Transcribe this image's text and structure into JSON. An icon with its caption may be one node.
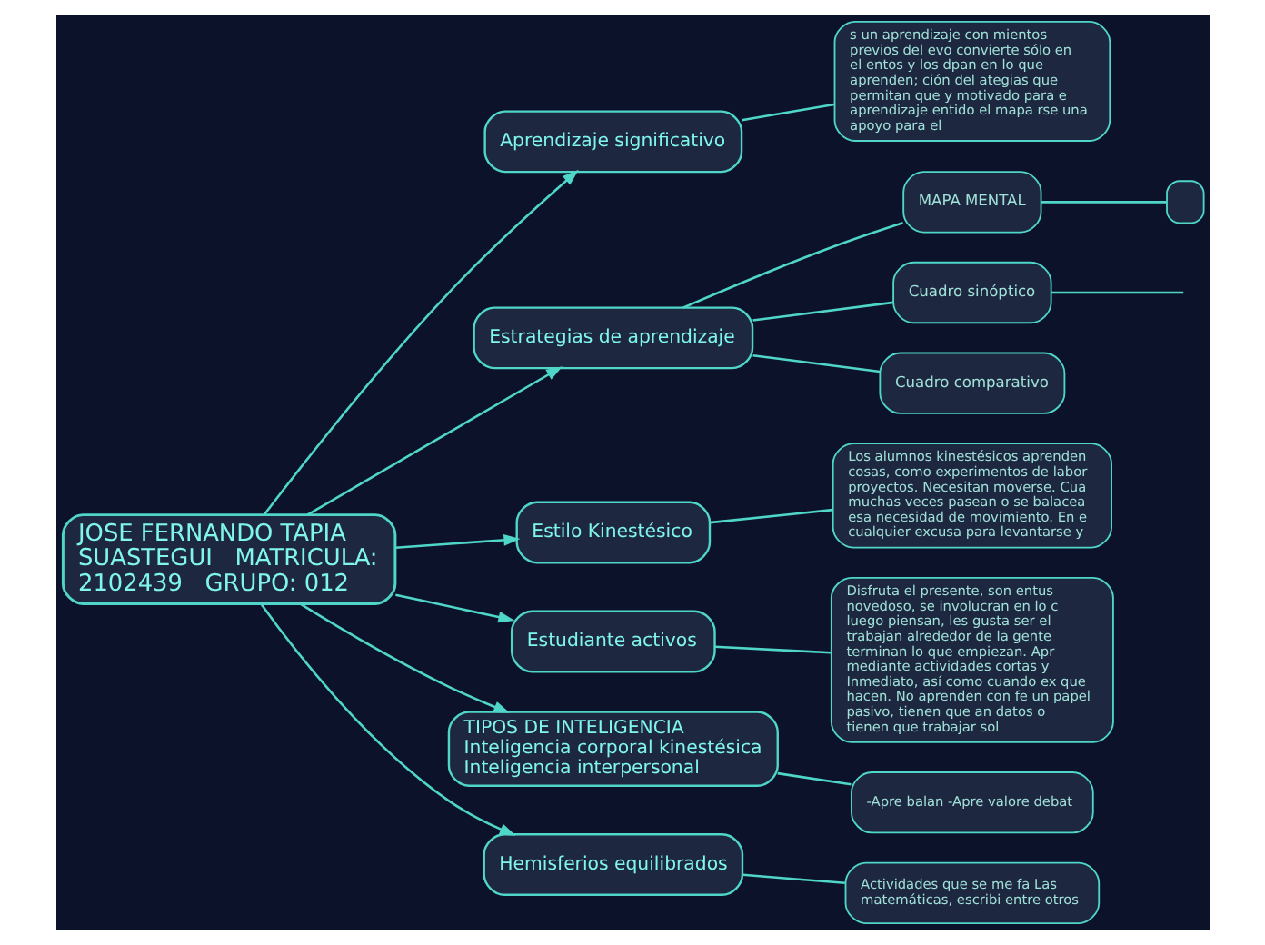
{
  "diagram": {
    "nodes": [
      {
        "text": [
          "JOSE FERNANDO TAPIA SUASTEGUI   MATRICULA: 2102439   GRUPO: 012"
        ]
      },
      {
        "text": [
          "Aprendizaje significativo"
        ]
      },
      {
        "text": [
          "s un aprendizaje con mientos previos del evo convierte sólo en el entos y los dpan en lo que aprenden; ción del ategias que permitan que y motivado para e aprendizaje entido el mapa rse una apoyo para el"
        ]
      },
      {
        "text": [
          "Estrategias de aprendizaje"
        ]
      },
      {
        "text": [
          "MAPA MENTAL"
        ]
      },
      {
        "text": [],
        "shape": "box"
      },
      {
        "text": [
          "Cuadro sinóptico"
        ]
      },
      {
        "text": [
          "Cuadro comparativo"
        ]
      },
      {
        "text": [
          "Estilo Kinestésico"
        ]
      },
      {
        "text": [
          "Los alumnos kinestésicos aprenden cosas, como experimentos de labor proyectos. Necesitan moverse. Cua muchas veces pasean o se balacea esa necesidad de movimiento. En e cualquier excusa para levantarse y"
        ]
      },
      {
        "text": [
          "Estudiante activos"
        ]
      },
      {
        "text": [
          "Disfruta el presente, son entus novedoso, se involucran en lo c luego piensan, les gusta ser el trabajan alrededor de la gente terminan lo que empiezan. Apr mediante actividades cortas y Inmediato, así como cuando ex que hacen. No aprenden con fe un papel pasivo, tienen que an datos o tienen que trabajar sol"
        ]
      },
      {
        "text": [
          "TIPOS DE INTELIGENCIA",
          "Inteligencia corporal kinestésica",
          "Inteligencia interpersonal"
        ]
      },
      {
        "text": [
          "-Apre balan -Apre valore debat"
        ]
      },
      {
        "text": [
          "Hemisferios equilibrados"
        ]
      },
      {
        "text": [
          "Actividades que se me fa Las matemáticas, escribi entre otros"
        ]
      }
    ],
    "edges": [
      {
        "from": 0,
        "to": 1,
        "arrow": "to"
      },
      {
        "from": 1,
        "to": 2,
        "arrow": "none"
      },
      {
        "from": 0,
        "to": 3,
        "arrow": "to"
      },
      {
        "from": 3,
        "to": 4,
        "arrow": "none"
      },
      {
        "from": 4,
        "to": 5,
        "arrow": "none"
      },
      {
        "from": 3,
        "to": 6,
        "arrow": "none"
      },
      {
        "from": 6,
        "to": null,
        "arrow": "none"
      },
      {
        "from": 3,
        "to": 7,
        "arrow": "none"
      },
      {
        "from": 0,
        "to": 8,
        "arrow": "to"
      },
      {
        "from": 8,
        "to": 9,
        "arrow": "none"
      },
      {
        "from": 0,
        "to": 10,
        "arrow": "to"
      },
      {
        "from": 10,
        "to": 11,
        "arrow": "none"
      },
      {
        "from": 0,
        "to": 12,
        "arrow": "to"
      },
      {
        "from": 12,
        "to": 13,
        "arrow": "none"
      },
      {
        "from": 0,
        "to": 14,
        "arrow": "to"
      },
      {
        "from": 14,
        "to": 15,
        "arrow": "none"
      }
    ]
  }
}
